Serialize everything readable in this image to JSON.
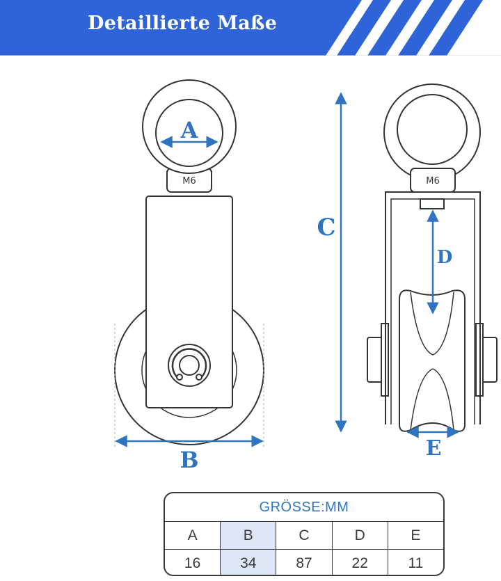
{
  "header": {
    "title": "Detaillierte Maße",
    "color_primary": "#2f64d8",
    "color_accent": "#2f74c0"
  },
  "drawing": {
    "eye_label": "M6",
    "dimension_letters": {
      "a": "A",
      "b": "B",
      "c": "C",
      "d": "D",
      "e": "E"
    }
  },
  "size_table": {
    "title": "GRÖSSE:MM",
    "columns": [
      "A",
      "B",
      "C",
      "D",
      "E"
    ],
    "values": [
      "16",
      "34",
      "87",
      "22",
      "11"
    ],
    "highlighted_column": "B",
    "highlight_color": "#dde6f7"
  }
}
